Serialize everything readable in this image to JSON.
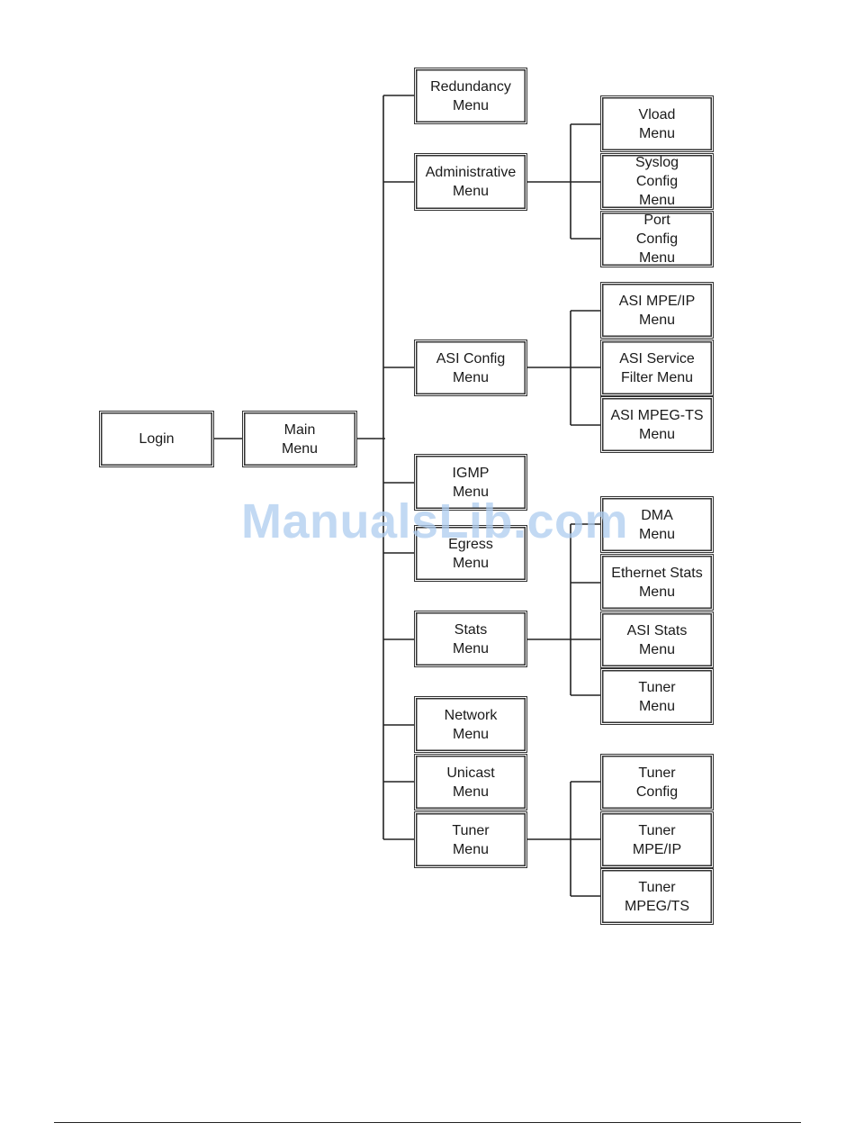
{
  "diagram": {
    "root": "Login",
    "main": "Main\nMenu",
    "level1": {
      "redundancy": "Redundancy\nMenu",
      "administrative": "Administrative\nMenu",
      "asi_config": "ASI Config\nMenu",
      "igmp": "IGMP\nMenu",
      "egress": "Egress\nMenu",
      "stats": "Stats\nMenu",
      "network": "Network\nMenu",
      "unicast": "Unicast\nMenu",
      "tuner": "Tuner\nMenu"
    },
    "admin_children": {
      "vload": "Vload\nMenu",
      "syslog": "Syslog\nConfig\nMenu",
      "port": "Port\nConfig\nMenu"
    },
    "asi_children": {
      "mpe_ip": "ASI MPE/IP\nMenu",
      "service_filter": "ASI Service\nFilter Menu",
      "mpeg_ts": "ASI MPEG-TS\nMenu"
    },
    "stats_children": {
      "dma": "DMA\nMenu",
      "ethernet": "Ethernet Stats\nMenu",
      "asi_stats": "ASI Stats\nMenu",
      "tuner": "Tuner\nMenu"
    },
    "tuner_children": {
      "config": "Tuner\nConfig",
      "mpe_ip": "Tuner\nMPE/IP",
      "mpeg_ts": "Tuner\nMPEG/TS"
    }
  },
  "watermark": "ManualsLib.com",
  "colors": {
    "line": "#222222",
    "watermark": "#aecdf0"
  }
}
